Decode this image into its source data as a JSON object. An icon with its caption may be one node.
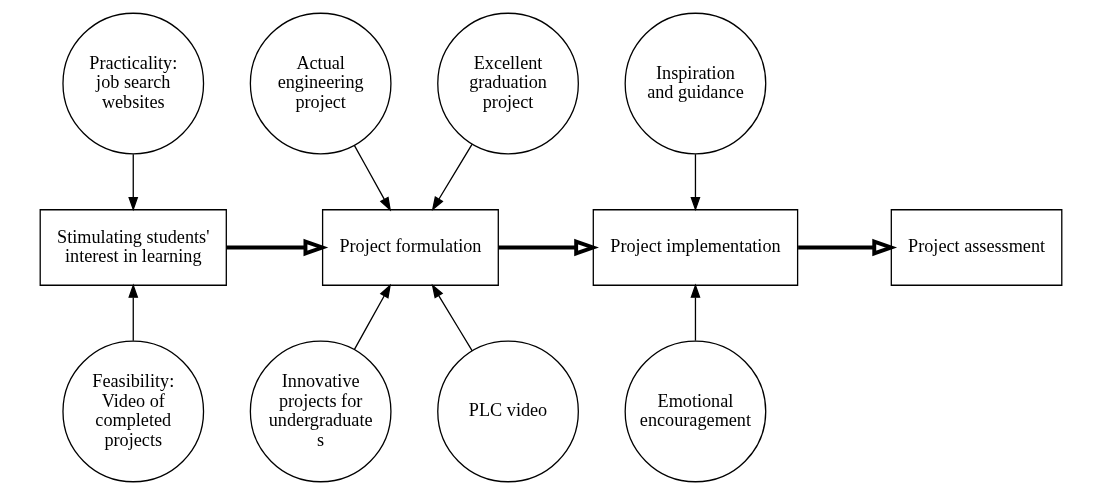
{
  "diagram": {
    "nodes": [
      {
        "text": [
          "Practicality: job search websites"
        ]
      },
      {
        "text": [
          "Actual engineering project"
        ]
      },
      {
        "text": [
          "Excellent graduation project"
        ]
      },
      {
        "text": [
          "Inspiration and guidance"
        ]
      },
      {
        "text": [
          "Stimulating students' interest in learning"
        ]
      },
      {
        "text": [
          "Project formulation"
        ]
      },
      {
        "text": [
          "Project implementation"
        ]
      },
      {
        "text": [
          "Project assessment"
        ]
      },
      {
        "text": [
          "Feasibility: Video of completed projects"
        ]
      },
      {
        "text": [
          "Innovative projects for undergraduates"
        ]
      },
      {
        "text": [
          "PLC video"
        ]
      },
      {
        "text": [
          "Emotional encouragement"
        ]
      }
    ],
    "edges": [
      {
        "from": 0,
        "to": 4,
        "arrow": "to"
      },
      {
        "from": 1,
        "to": 5,
        "arrow": "to"
      },
      {
        "from": 2,
        "to": 5,
        "arrow": "to"
      },
      {
        "from": 3,
        "to": 6,
        "arrow": "to"
      },
      {
        "from": 4,
        "to": 5,
        "arrow": "to",
        "style": "thick"
      },
      {
        "from": 5,
        "to": 6,
        "arrow": "to",
        "style": "thick"
      },
      {
        "from": 6,
        "to": 7,
        "arrow": "to",
        "style": "thick"
      },
      {
        "from": 8,
        "to": 4,
        "arrow": "to"
      },
      {
        "from": 9,
        "to": 5,
        "arrow": "to"
      },
      {
        "from": 10,
        "to": 5,
        "arrow": "to"
      },
      {
        "from": 11,
        "to": 6,
        "arrow": "to"
      }
    ]
  }
}
